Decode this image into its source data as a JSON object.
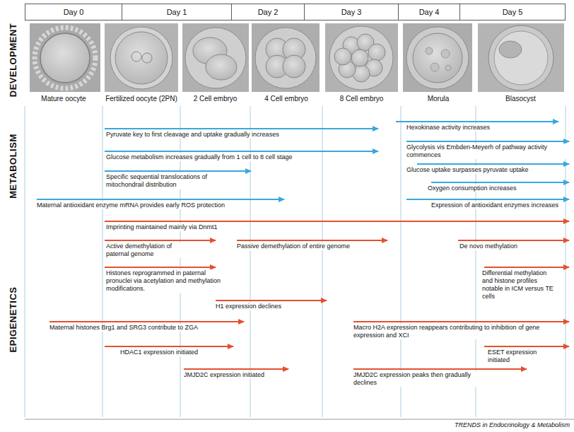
{
  "diagram": {
    "nodes": [
      {
        "text": [
          "Day 0"
        ]
      },
      {
        "text": [
          "Day 1"
        ]
      },
      {
        "text": [
          "Day 2"
        ]
      },
      {
        "text": [
          "Day 3"
        ]
      },
      {
        "text": [
          "Day 4"
        ]
      },
      {
        "text": [
          "Day 5"
        ]
      }
    ],
    "labels": [
      "DEVELOPMENT",
      "METABOLISM",
      "EPIGENETICS",
      "Mature oocyte",
      "Fertilized oocyte (2PN)",
      "2 Cell embryo",
      "4 Cell embryo",
      "8 Cell embryo",
      "Morula",
      "Blasocyst",
      "Pyruvate key to first cleavage and uptake gradually increases",
      "Glucose metabolism increases gradually from 1 cell to 8 cell stage",
      "Specific sequential translocations of mitochondrail distribution",
      "Maternal antioxidant enzyme mRNA provides early ROS protection",
      "Hexokinase activity increases",
      "Glycolysis vis Embden-Meyerh of pathway activity commences",
      "Glucose uptake surpasses pyruvate uptake",
      "Oxygen consumption increases",
      "Expression of antioxidant enzymes increases",
      "Imprinting maintained mainly via Dnmt1",
      "Active demethylation of paternal genome",
      "Passive demethylation of entire genome",
      "De novo methylation",
      "Histones reprogrammed in paternal pronuclei via acetylation and methylation modifications.",
      "Differential methylation and histone profiles notable in ICM versus TE cells",
      "H1 expression declines",
      "Maternal histones Brg1 and SRG3 contribute to ZGA",
      "Macro H2A expression reappears contributing to inhibition of gene expression and XCI",
      "HDAC1 expression initiated",
      "ESET expression initiated",
      "JMJD2C expression initiated",
      "JMJD2C expression peaks then gradually declines",
      "TRENDS in Endocrinology & Metabolism"
    ]
  }
}
